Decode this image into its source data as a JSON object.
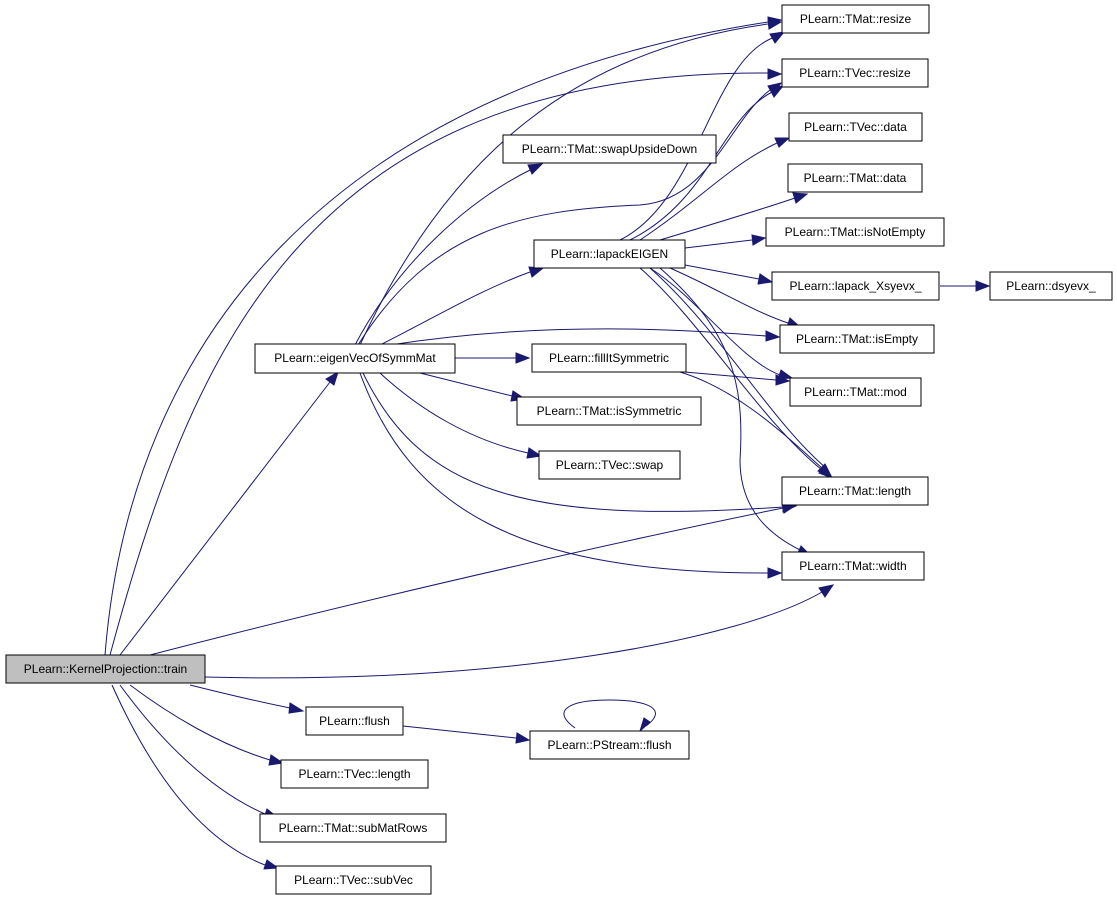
{
  "colors": {
    "edge": "#191970",
    "root_fill": "#bfbfbf",
    "node_fill": "#ffffff",
    "border": "#000000"
  },
  "nodes": {
    "train": "PLearn::KernelProjection::train",
    "eigenVecOfSymmMat": "PLearn::eigenVecOfSymmMat",
    "flush": "PLearn::flush",
    "tvec_length": "PLearn::TVec::length",
    "submatrows": "PLearn::TMat::subMatRows",
    "subvec": "PLearn::TVec::subVec",
    "swapupsidedown": "PLearn::TMat::swapUpsideDown",
    "lapackeigen": "PLearn::lapackEIGEN",
    "fillitsymmetric": "PLearn::fillItSymmetric",
    "issymmetric": "PLearn::TMat::isSymmetric",
    "tvec_swap": "PLearn::TVec::swap",
    "pstream_flush": "PLearn::PStream::flush",
    "tmat_resize": "PLearn::TMat::resize",
    "tvec_resize": "PLearn::TVec::resize",
    "tvec_data": "PLearn::TVec::data",
    "tmat_data": "PLearn::TMat::data",
    "isnotempty": "PLearn::TMat::isNotEmpty",
    "lapack_xsyevx": "PLearn::lapack_Xsyevx_",
    "dsyevx": "PLearn::dsyevx_",
    "isempty": "PLearn::TMat::isEmpty",
    "tmat_mod": "PLearn::TMat::mod",
    "tmat_length": "PLearn::TMat::length",
    "tmat_width": "PLearn::TMat::width"
  }
}
